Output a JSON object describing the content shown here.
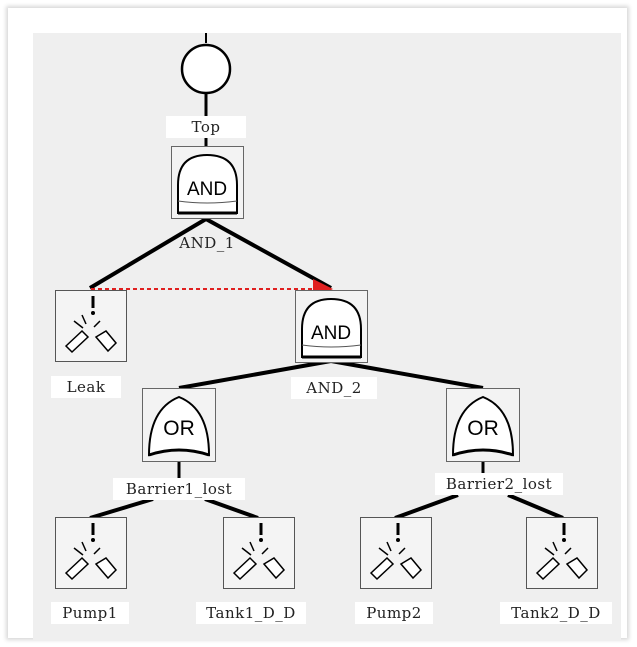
{
  "colors": {
    "edge": "#000000",
    "dependency": "#e02020",
    "canvas": "#efefef",
    "box_stroke": "#666666"
  },
  "top": {
    "label": "Top",
    "icon": "circle-transfer-icon"
  },
  "gates": [
    {
      "id": "AND_1",
      "label": "AND_1",
      "type": "AND"
    },
    {
      "id": "AND_2",
      "label": "AND_2",
      "type": "AND"
    },
    {
      "id": "Barrier1_lost",
      "label": "Barrier1_lost",
      "type": "OR"
    },
    {
      "id": "Barrier2_lost",
      "label": "Barrier2_lost",
      "type": "OR"
    }
  ],
  "basic_events": [
    {
      "id": "Leak",
      "label": "Leak",
      "icon": "failure-event-icon"
    },
    {
      "id": "Pump1",
      "label": "Pump1",
      "icon": "failure-event-icon"
    },
    {
      "id": "Tank1_D_D",
      "label": "Tank1_D_D",
      "icon": "failure-event-icon"
    },
    {
      "id": "Pump2",
      "label": "Pump2",
      "icon": "failure-event-icon"
    },
    {
      "id": "Tank2_D_D",
      "label": "Tank2_D_D",
      "icon": "failure-event-icon"
    }
  ],
  "edges": [
    [
      "Top",
      "AND_1"
    ],
    [
      "AND_1",
      "Leak"
    ],
    [
      "AND_1",
      "AND_2"
    ],
    [
      "AND_2",
      "Barrier1_lost"
    ],
    [
      "AND_2",
      "Barrier2_lost"
    ],
    [
      "Barrier1_lost",
      "Pump1"
    ],
    [
      "Barrier1_lost",
      "Tank1_D_D"
    ],
    [
      "Barrier2_lost",
      "Pump2"
    ],
    [
      "Barrier2_lost",
      "Tank2_D_D"
    ]
  ],
  "dependencies": [
    {
      "from": "Leak",
      "to": "AND_2",
      "style": "dashed-arrow"
    }
  ]
}
